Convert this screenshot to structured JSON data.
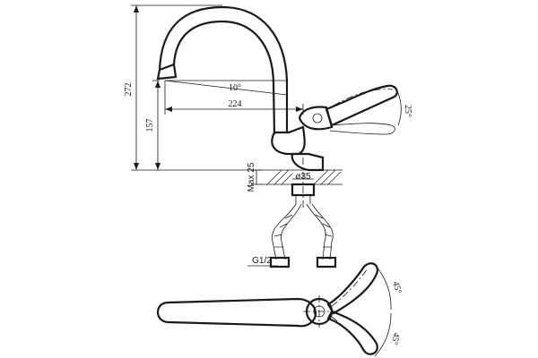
{
  "dimensions": {
    "height_total": "272",
    "height_spout": "157",
    "spout_angle": "10°",
    "reach": "224",
    "lever_angle": "25°",
    "hole_diameter": "ø35",
    "max_deck": "Max 25",
    "thread": "G1/2",
    "rotation_top": "45°",
    "rotation_bottom": "45°"
  }
}
